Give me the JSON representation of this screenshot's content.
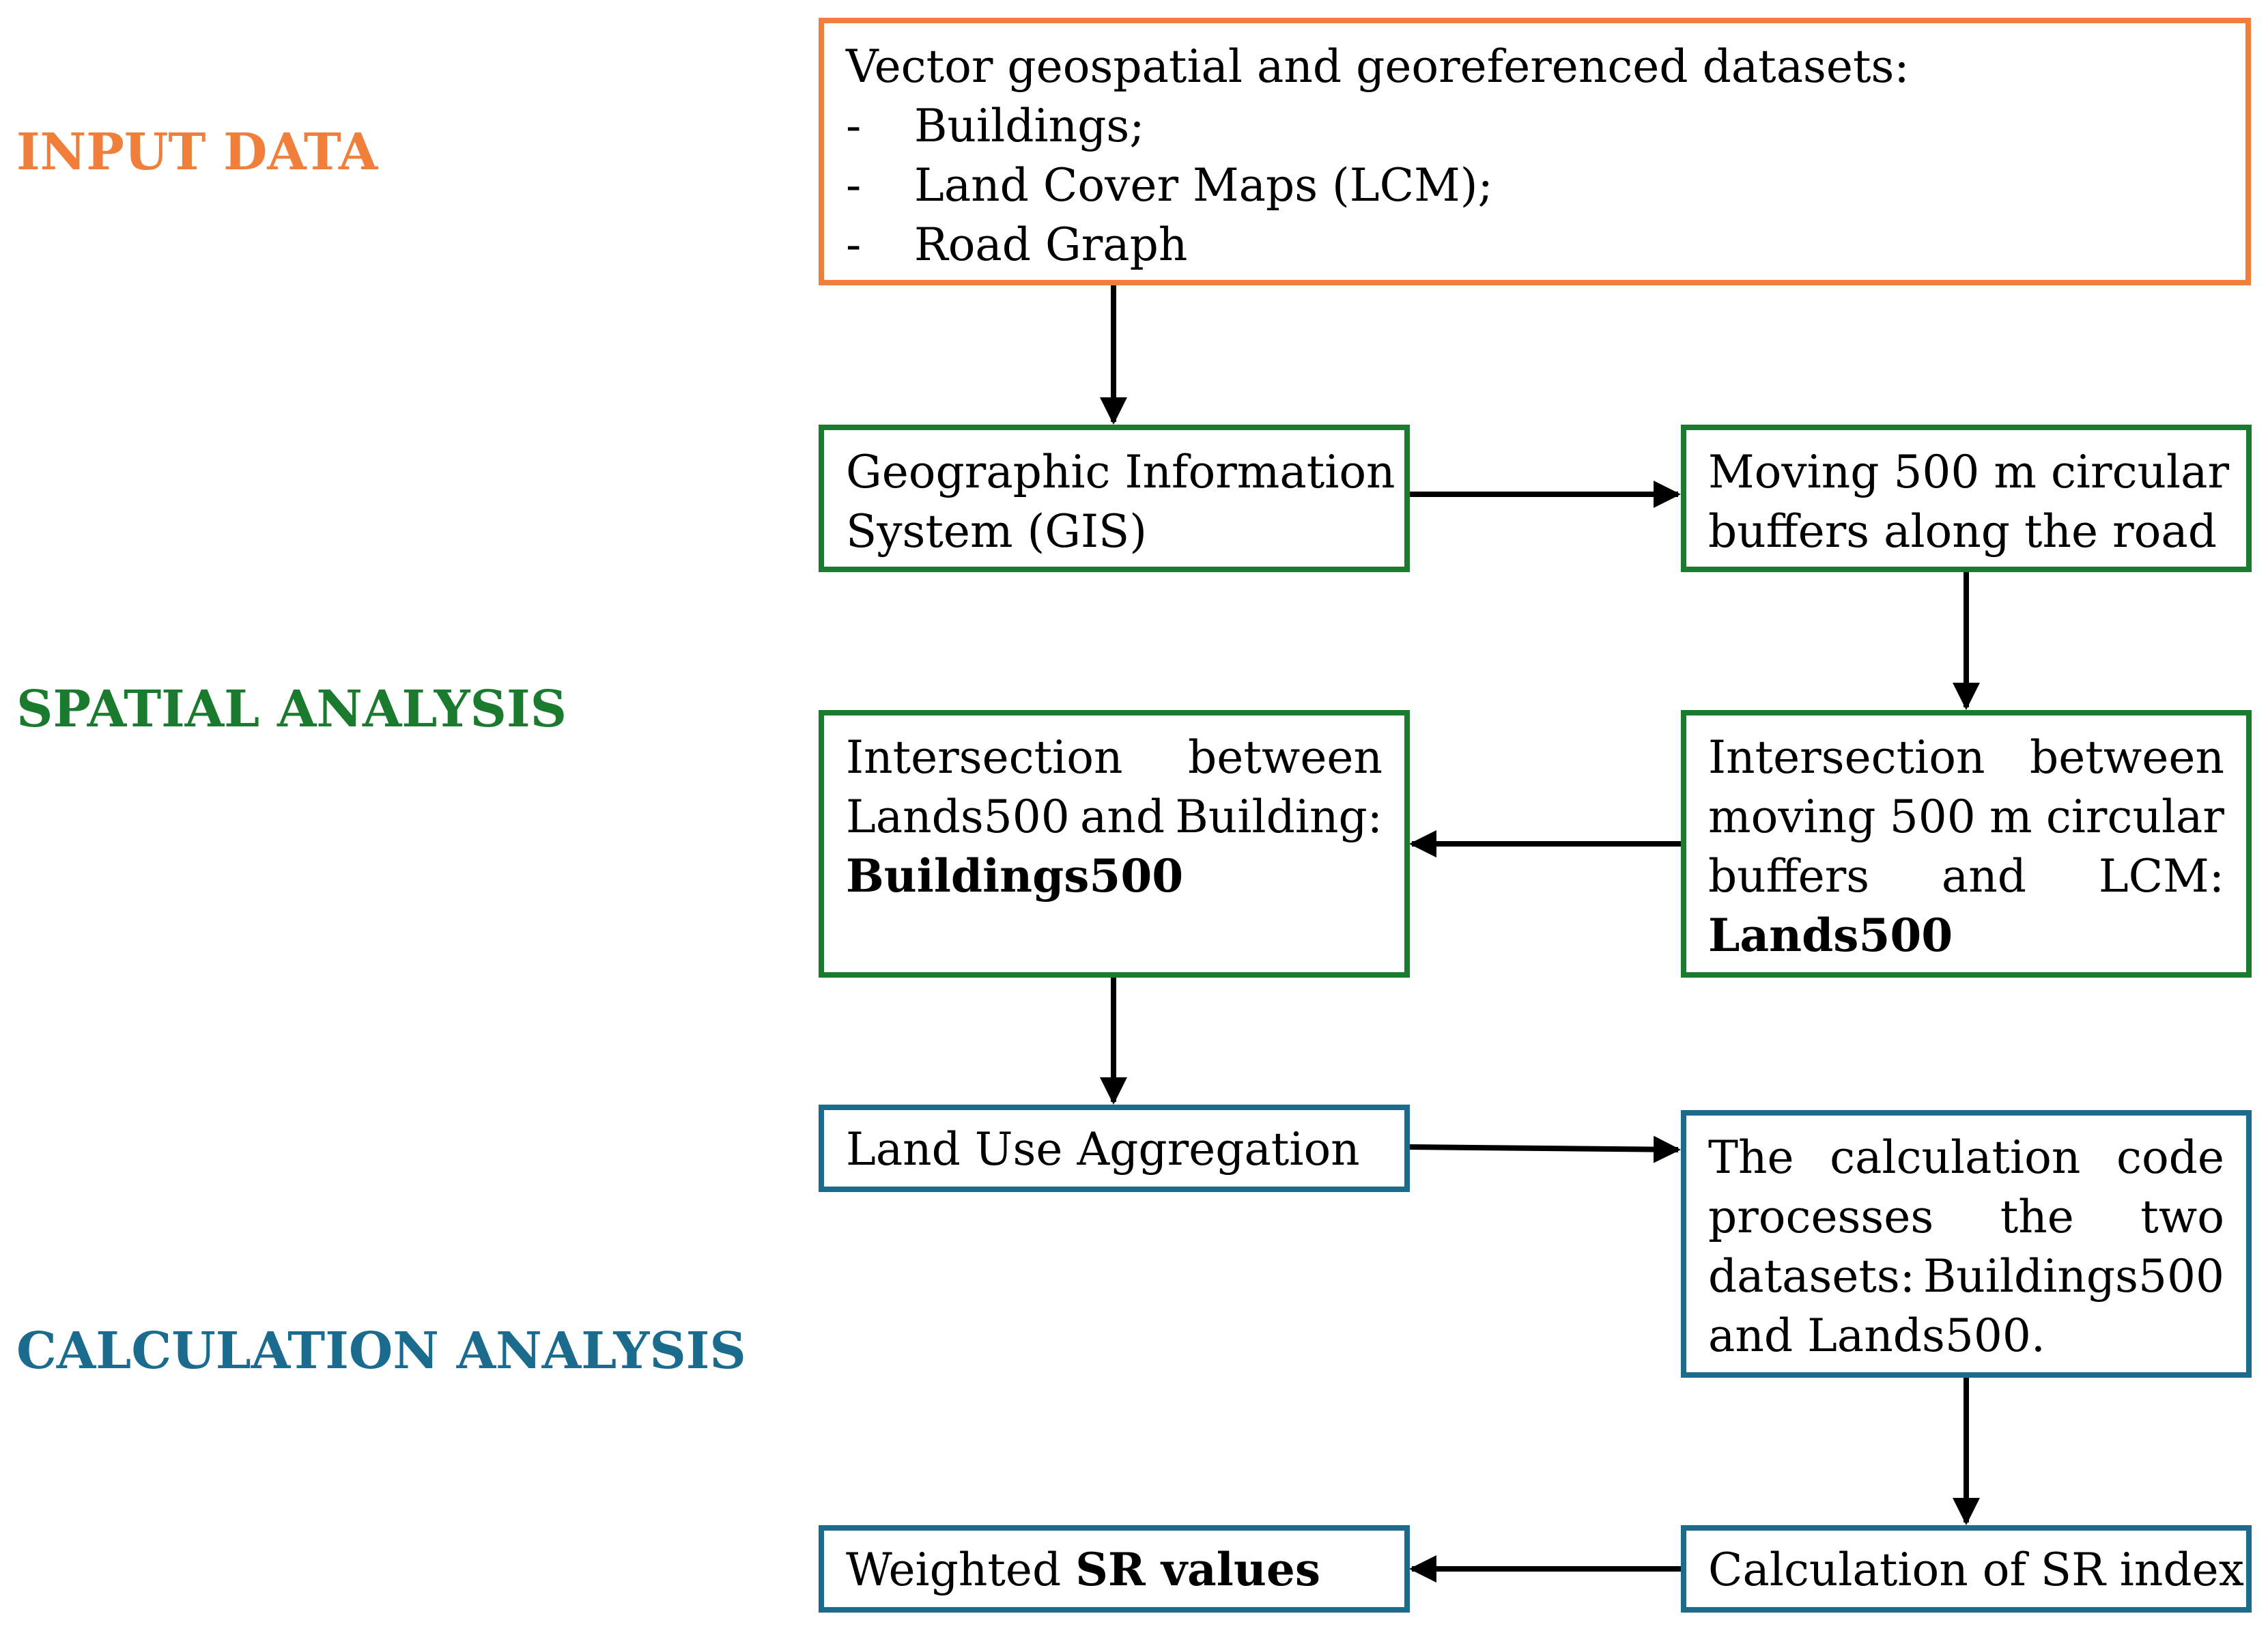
{
  "colors": {
    "input": "#f07f3c",
    "spatial": "#1a7a2e",
    "calculation": "#1b6b8e",
    "arrow": "#000000"
  },
  "sections": {
    "input": "INPUT DATA",
    "spatial": "SPATIAL ANALYSIS",
    "calculation": "CALCULATION ANALYSIS"
  },
  "input_box": {
    "heading": "Vector geospatial and georeferenced datasets:",
    "items": [
      {
        "dash": "-",
        "text": "Buildings;"
      },
      {
        "dash": "-",
        "text": "Land Cover Maps (LCM);"
      },
      {
        "dash": "-",
        "text": "Road Graph"
      }
    ]
  },
  "gis_box": {
    "line1": "Geographic Information",
    "line2": "System (GIS)"
  },
  "buffers_box": {
    "line1": "Moving 500 m circular",
    "line2": "buffers along the road"
  },
  "buildings500_box": {
    "l1a": "Intersection",
    "l1b": "between",
    "l2a": "Lands500",
    "l2b": "and",
    "l2c": "Building:",
    "l3": "Buildings500"
  },
  "lands500_box": {
    "l1a": "Intersection",
    "l1b": "between",
    "l2a": "moving",
    "l2b": "500",
    "l2c": "m",
    "l2d": "circular",
    "l3a": "buffers",
    "l3b": "and",
    "l3c": "LCM:",
    "l4": "Lands500"
  },
  "aggregation_box": {
    "text": "Land Use Aggregation"
  },
  "code_box": {
    "l1a": "The",
    "l1b": "calculation",
    "l1c": "code",
    "l2a": "processes",
    "l2b": "the",
    "l2c": "two",
    "l3a": "datasets:",
    "l3b": "Buildings500",
    "l4": "and Lands500."
  },
  "sr_index_box": {
    "text": "Calculation of SR index"
  },
  "weighted_box": {
    "prefix": "Weighted",
    "bold": "SR values"
  }
}
